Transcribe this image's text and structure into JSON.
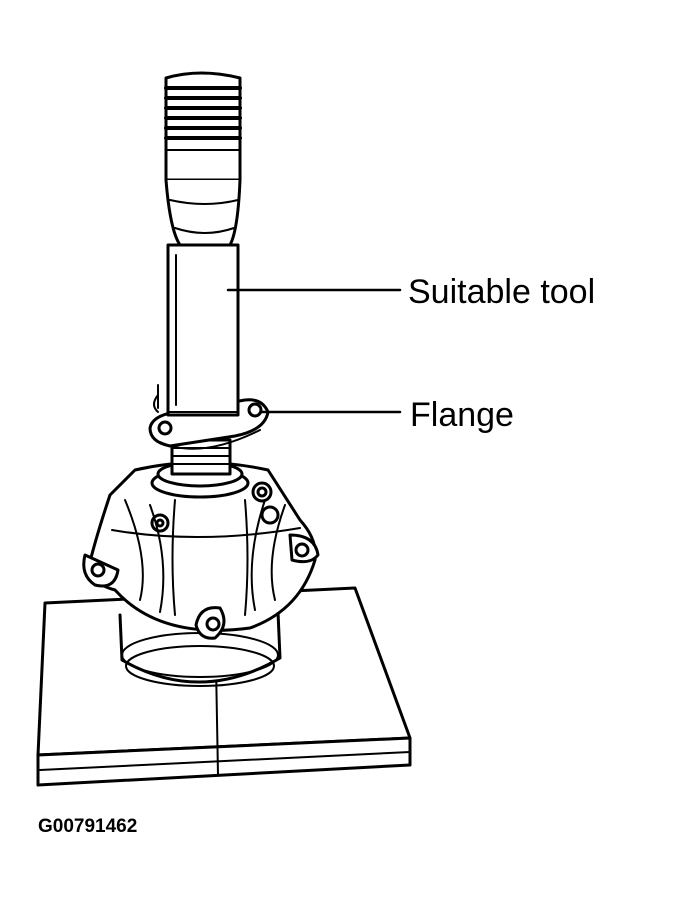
{
  "callouts": {
    "tool": "Suitable tool",
    "flange": "Flange"
  },
  "figure_id": "G00791462",
  "colors": {
    "ink": "#000000",
    "paper": "#ffffff"
  }
}
